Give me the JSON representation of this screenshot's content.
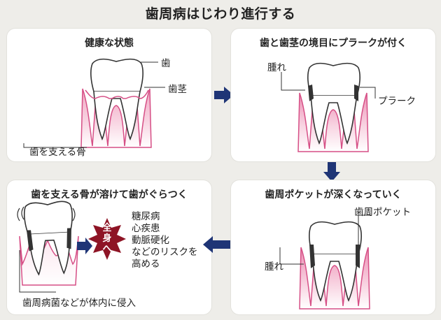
{
  "header": {
    "title": "歯周病はじわり進行する"
  },
  "panels": {
    "healthy": {
      "title": "健康な状態",
      "label_tooth": "歯",
      "label_gum": "歯茎",
      "label_bone": "歯を支える骨"
    },
    "plaque": {
      "title": "歯と歯茎の境目にプラークが付く",
      "label_swelling": "腫れ",
      "label_plaque": "プラーク"
    },
    "pocket": {
      "title": "歯周ポケットが深くなっていく",
      "label_pocket": "歯周ポケット",
      "label_swelling": "腫れ"
    },
    "loose": {
      "title": "歯を支える骨が溶けて歯がぐらつく",
      "badge": [
        "全",
        "身",
        "へ"
      ],
      "risks": [
        "糖尿病",
        "心疾患",
        "動脈硬化",
        "などのリスクを",
        "高める"
      ],
      "label_invade": "歯周病菌などが体内に侵入"
    }
  },
  "colors": {
    "background": "#eeede9",
    "panel": "#ffffff",
    "gum_pink": "#f0a6c2",
    "gum_light": "#fbe5ee",
    "gum_edge": "#d64f86",
    "arrow_navy": "#1f3576",
    "badge_red": "#8e1425",
    "plaque_dark": "#333333"
  }
}
